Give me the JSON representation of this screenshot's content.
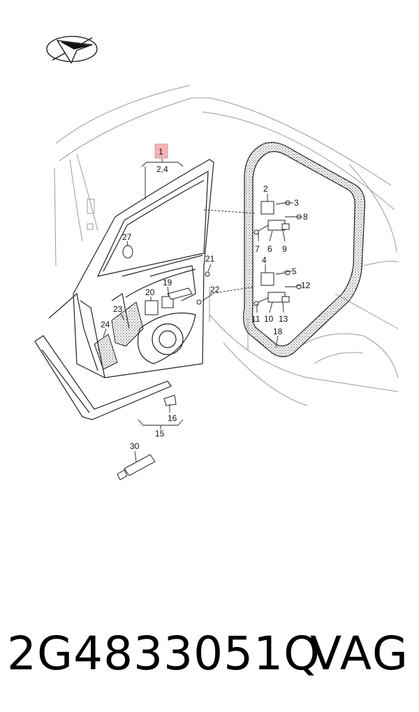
{
  "diagram": {
    "labels": {
      "p1": "1",
      "p2_4": "2,4",
      "p2": "2",
      "p3": "3",
      "p4": "4",
      "p5": "5",
      "p6": "6",
      "p7": "7",
      "p8": "8",
      "p9": "9",
      "p10": "10",
      "p11": "11",
      "p12": "12",
      "p13": "13",
      "p15": "15",
      "p16": "16",
      "p18": "18",
      "p19": "19",
      "p20": "20",
      "p21": "21",
      "p22": "22",
      "p23": "23",
      "p24": "24",
      "p27": "27",
      "p30": "30"
    },
    "highlight_color": "#f4b3b3",
    "logo_icon": "arrow-compass-icon"
  },
  "footer": {
    "part_number": "2G4833051Q",
    "brand": "VAG"
  }
}
